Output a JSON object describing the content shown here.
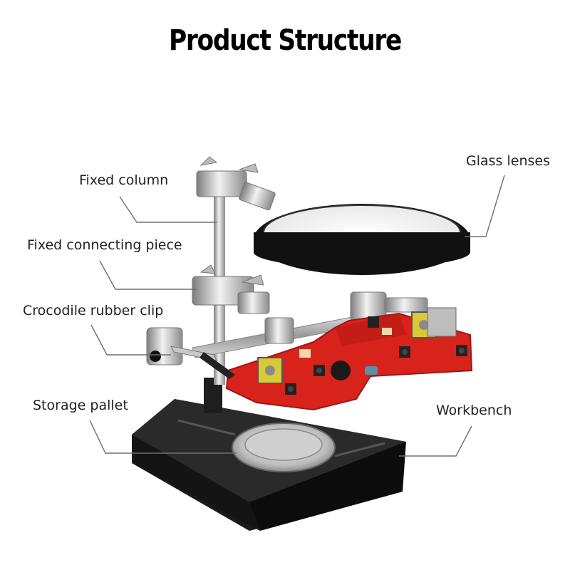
{
  "title": "Product Structure",
  "labels": {
    "fixed_column": "Fixed column",
    "fixed_connecting_piece": "Fixed connecting piece",
    "crocodile_rubber_clip": "Crocodile rubber clip",
    "storage_pallet": "Storage pallet",
    "glass_lenses": "Glass lenses",
    "workbench": "Workbench"
  },
  "colors": {
    "pcb_red": "#d8231c",
    "base_black": "#121212",
    "metal": "#b9b9b9",
    "leader_line": "#6e6e6e"
  }
}
